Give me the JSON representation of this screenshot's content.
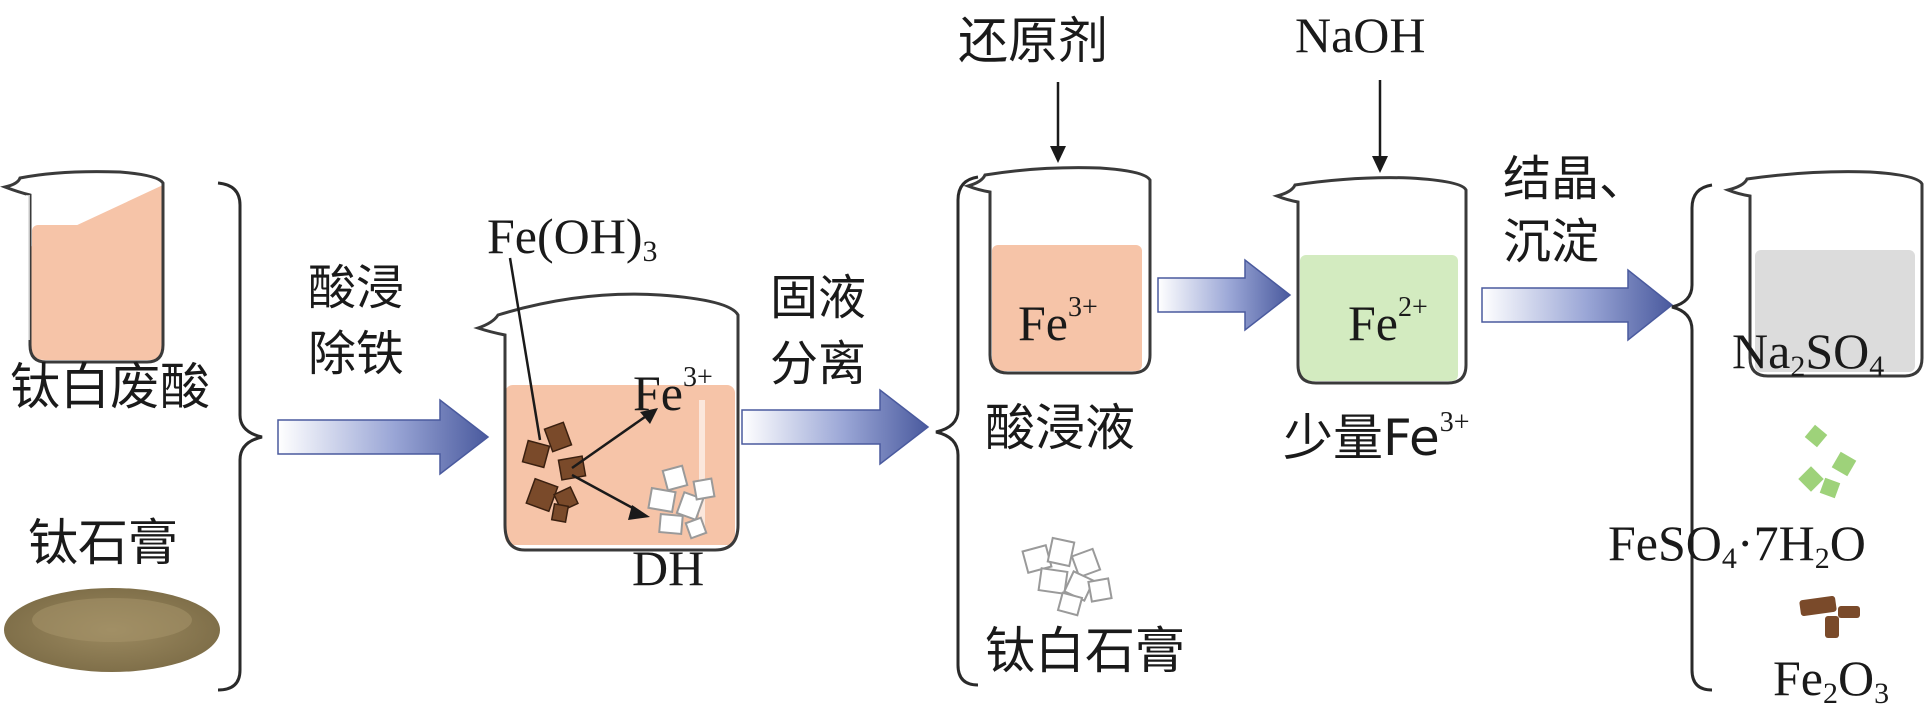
{
  "inputs": {
    "waste_acid": "钛白废酸",
    "titanium_gypsum": "钛石膏"
  },
  "steps": {
    "acid_leach_iron_removal": [
      "酸浸",
      "除铁"
    ],
    "solid_liquid_separation": [
      "固液",
      "分离"
    ],
    "crystallization_precipitation": [
      "结晶、",
      "沉淀"
    ]
  },
  "reagents": {
    "reducing_agent": "还原剂",
    "naoh": "NaOH"
  },
  "beaker2": {
    "fe_oh3": {
      "base": "Fe(OH)",
      "sub": "3"
    },
    "fe3": {
      "base": "Fe",
      "sup": "3+"
    },
    "dh": "DH"
  },
  "acid_leachate": {
    "ion": {
      "base": "Fe",
      "sup": "3+"
    },
    "label": "酸浸液"
  },
  "white_gypsum": "钛白石膏",
  "reduced_solution": {
    "ion": {
      "base": "Fe",
      "sup": "2+"
    },
    "label": {
      "base": "少量Fe",
      "sup": "3+"
    }
  },
  "products": {
    "sodium_sulfate": {
      "p1": "Na",
      "s1": "2",
      "p2": "SO",
      "s2": "4"
    },
    "ferrous_sulfate": {
      "p1": "FeSO",
      "s1": "4",
      "p2": "·7H",
      "s2": "2",
      "p3": "O"
    },
    "iron_oxide": {
      "p1": "Fe",
      "s1": "2",
      "p2": "O",
      "s2": "3"
    }
  },
  "colors": {
    "pink_liquid": "#f6c4a8",
    "green_liquid": "#d3ebc0",
    "gray_liquid": "#dcdcdc",
    "arrow_blue": "#5a6aa8",
    "soil": "#8c7a55",
    "rust": "#7a4a2a",
    "green_crystal": "#9ed27a"
  }
}
